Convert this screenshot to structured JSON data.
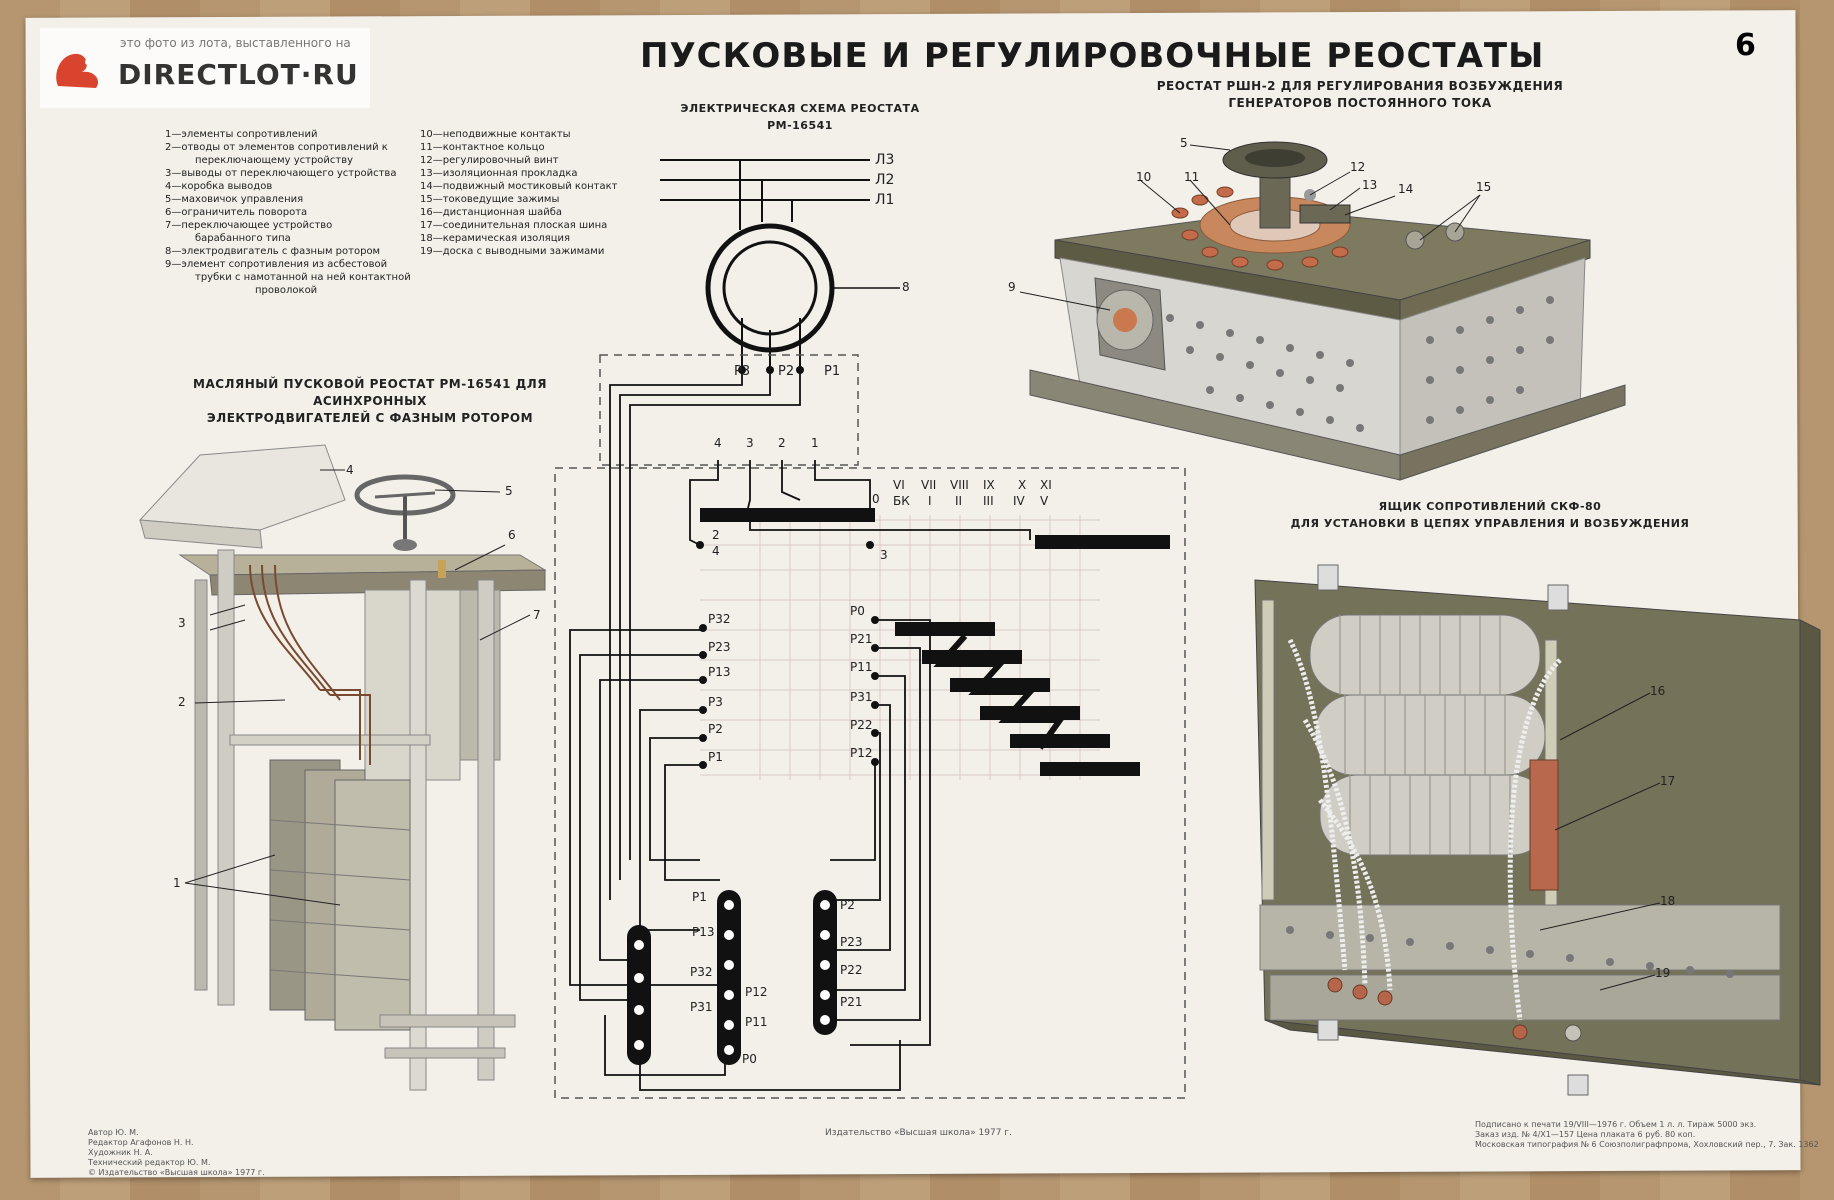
{
  "watermark": {
    "text": "это фото из лота, выставленного на",
    "brand": "DIRECTLOT·RU"
  },
  "title": "ПУСКОВЫЕ И РЕГУЛИРОВОЧНЫЕ РЕОСТАТЫ",
  "sheet_number": "6",
  "captions": {
    "schematic": [
      "ЭЛЕКТРИЧЕСКАЯ СХЕМА РЕОСТАТА",
      "РМ-16541"
    ],
    "rshn": [
      "РЕОСТАТ РШН-2 ДЛЯ РЕГУЛИРОВАНИЯ ВОЗБУЖДЕНИЯ",
      "ГЕНЕРАТОРОВ ПОСТОЯННОГО ТОКА"
    ],
    "oil": [
      "МАСЛЯНЫЙ ПУСКОВОЙ РЕОСТАТ РМ-16541 ДЛЯ АСИНХРОННЫХ",
      "ЭЛЕКТРОДВИГАТЕЛЕЙ С ФАЗНЫМ РОТОРОМ"
    ],
    "skf": [
      "ЯЩИК СОПРОТИВЛЕНИЙ СКФ-80",
      "ДЛЯ УСТАНОВКИ В ЦЕПЯХ УПРАВЛЕНИЯ И ВОЗБУЖДЕНИЯ"
    ]
  },
  "legend_left": [
    "1—элементы сопротивлений",
    "2—отводы от элементов сопротивлений к",
    "переключающему устройству",
    "3—выводы от переключающего устройства",
    "4—коробка выводов",
    "5—маховичок управления",
    "6—ограничитель поворота",
    "7—переключающее устройство",
    "барабанного типа",
    "8—электродвигатель с фазным ротором",
    "9—элемент сопротивления из асбестовой",
    "трубки с намотанной на ней контактной",
    "проволокой"
  ],
  "legend_right": [
    "10—неподвижные контакты",
    "11—контактное кольцо",
    "12—регулировочный винт",
    "13—изоляционная прокладка",
    "14—подвижный мостиковый контакт",
    "15—токоведущие зажимы",
    "16—дистанционная шайба",
    "17—соединительная плоская шина",
    "18—керамическая изоляция",
    "19—доска с выводными зажимами"
  ],
  "schematic": {
    "lines": [
      "Л3",
      "Л2",
      "Л1"
    ],
    "motor_label": "8",
    "rotor": [
      "Р3",
      "Р2",
      "Р1"
    ],
    "positions": [
      "4",
      "3",
      "2",
      "1"
    ],
    "zero": "0",
    "switch_left": [
      "2",
      "4"
    ],
    "switch_3": "3",
    "roman_top": [
      "VI",
      "VII",
      "VIII",
      "IX",
      "X",
      "XI"
    ],
    "roman_bottom": [
      "БК",
      "I",
      "II",
      "III",
      "IV",
      "V"
    ],
    "left_contacts": [
      "Р32",
      "Р23",
      "Р13",
      "Р3",
      "Р2",
      "Р1"
    ],
    "right_contacts": [
      "Р0",
      "Р21",
      "Р11",
      "Р31",
      "Р22",
      "Р12"
    ],
    "bottom_labels": [
      "Р1",
      "Р13",
      "Р32",
      "Р31",
      "Р12",
      "Р11",
      "Р0",
      "Р2",
      "Р23",
      "Р22",
      "Р21"
    ]
  },
  "oil_numbers": [
    "4",
    "5",
    "6",
    "7",
    "3",
    "2",
    "1"
  ],
  "rshn_numbers": [
    "5",
    "10",
    "11",
    "12",
    "13",
    "14",
    "15",
    "9"
  ],
  "skf_numbers": [
    "16",
    "17",
    "18",
    "19"
  ],
  "footer": {
    "left": [
      "Автор Ю. М.",
      "Редактор Агафонов Н. Н.",
      "Художник Н. А.",
      "Технический редактор Ю. М.",
      "© Издательство «Высшая школа» 1977 г."
    ],
    "center": "Издательство «Высшая школа» 1977 г.",
    "right": [
      "Подписано к печати 19/VIII—1976 г.   Объем 1 л. л.   Тираж 5000 экз.",
      "Заказ изд. № 4/X1—157   Цена плаката 6 руб. 80 коп.",
      "Московская типография № 6 Союзполиграфпрома, Хохловский пер., 7. Зак. 1362"
    ]
  }
}
